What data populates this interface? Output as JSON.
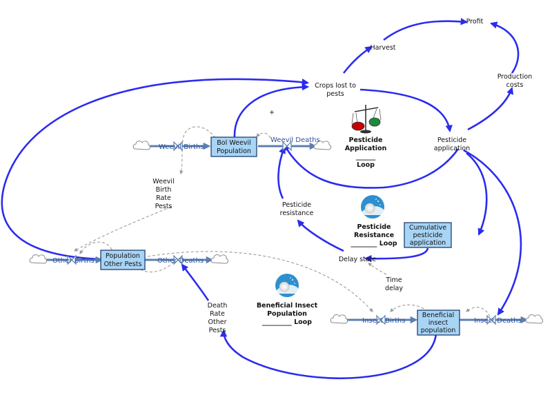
{
  "stocks": {
    "boll_weevil": [
      "Bol Weevil",
      "Population"
    ],
    "other_pests": [
      "Population",
      "Other Pests"
    ],
    "beneficial": [
      "Beneficial",
      "insect",
      "population"
    ],
    "cumulative": [
      "Cumulative",
      "pesticide",
      "application"
    ]
  },
  "flows": {
    "weevil_births": "Weevil Births",
    "weevil_deaths": "Weevil Deaths",
    "other_births": "Other Births",
    "other_deaths": "Other Deaths",
    "insect_births": "Insect Births",
    "insect_deaths": "Insect Deaths"
  },
  "variables": {
    "profit": "Profit",
    "harvest": "Harvest",
    "production_costs": [
      "Production",
      "costs"
    ],
    "crops_lost": [
      "Crops lost to",
      "pests"
    ],
    "pesticide_application": [
      "Pesticide",
      "application"
    ],
    "pesticide_resistance": [
      "Pesticide",
      "resistance"
    ],
    "delay_state": "Delay state",
    "time_delay": [
      "Time",
      "delay"
    ],
    "weevil_birth_rate": [
      "Weevil",
      "Birth",
      "Rate",
      "Pests"
    ],
    "death_rate_other": [
      "Death",
      "Rate",
      "Other",
      "Pests"
    ]
  },
  "loops": {
    "pesticide_application": [
      "Pesticide",
      "Application",
      "______",
      "Loop"
    ],
    "pesticide_resistance": [
      "Pesticide",
      "Resistance",
      "________ Loop"
    ],
    "beneficial_insect": [
      "Beneficial Insect",
      "Population",
      "_________ Loop"
    ]
  },
  "colors": {
    "link": "#2b2bef",
    "flow": "#5b7fb2",
    "stock_fill": "#a8d4f5",
    "flow_text": "#2f5597"
  },
  "icons": {
    "balance": "balance-scale-icon",
    "reinforcing": "snowball-icon",
    "cloud": "cloud-icon"
  }
}
